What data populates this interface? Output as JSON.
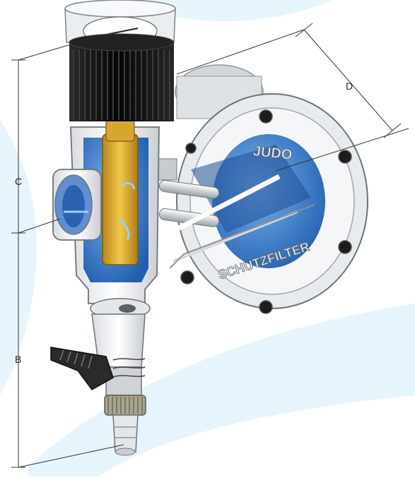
{
  "labels": {
    "c": "C",
    "b": "B",
    "d": "D"
  },
  "product": {
    "brand": "JUDO",
    "name": "SCHUTZFILTER"
  },
  "colors": {
    "background_swoosh": "#e2f3fb",
    "water": "#2f78c8",
    "body_white": "#f1f3f4",
    "knob_black": "#141414",
    "filter_yellow": "#e0b12a",
    "metal_grey": "#b7bcc0"
  }
}
